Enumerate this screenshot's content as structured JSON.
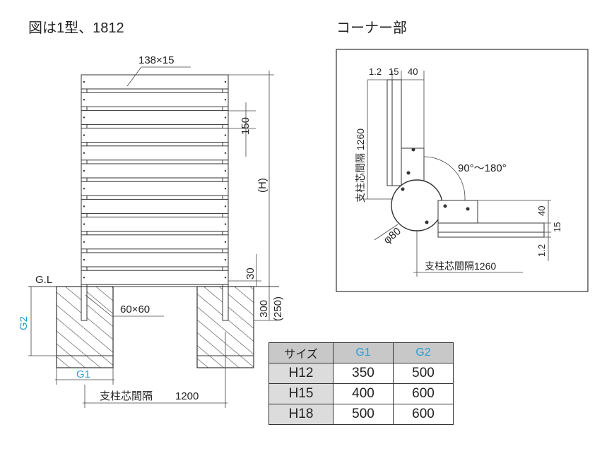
{
  "left_title": "図は1型、1812",
  "right_title": "コーナー部",
  "front": {
    "board": "138×15",
    "pitch": "150",
    "height": "(H)",
    "gap_bottom": "30",
    "gl": "G.L",
    "depth_300": "300",
    "depth_250": "(250)",
    "post": "60×60",
    "g2": "G2",
    "g1": "G1",
    "span_label": "支柱芯間隔",
    "span_value": "1200"
  },
  "corner": {
    "d1": "1.2",
    "d2": "15",
    "d3": "40",
    "span_v": "支柱芯間隔 1260",
    "angle": "90°～180°",
    "dia": "φ80",
    "r40": "40",
    "r15": "15",
    "r12": "1.2",
    "span_h": "支柱芯間隔1260"
  },
  "table": {
    "headers": [
      "サイズ",
      "G1",
      "G2"
    ],
    "rows": [
      {
        "size": "H12",
        "g1": "350",
        "g2": "500"
      },
      {
        "size": "H15",
        "g1": "400",
        "g2": "600"
      },
      {
        "size": "H18",
        "g1": "500",
        "g2": "600"
      }
    ]
  },
  "colors": {
    "accent": "#2a9fd6"
  }
}
